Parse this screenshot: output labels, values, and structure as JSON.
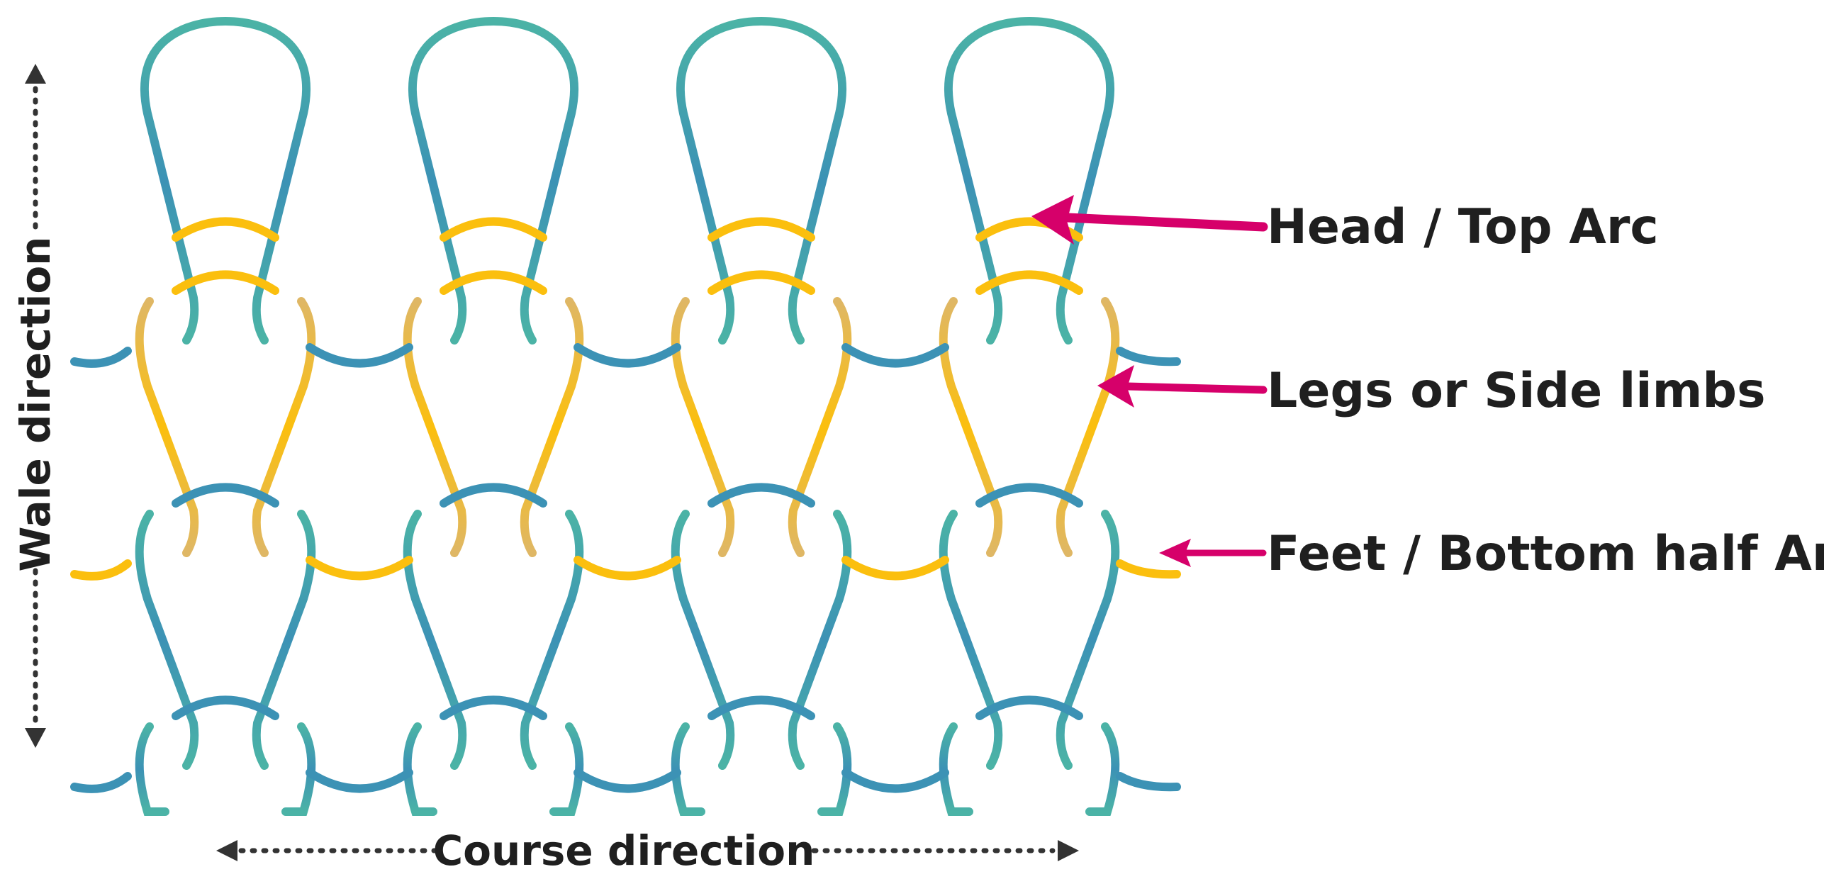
{
  "labels": {
    "head": "Head / Top Arc",
    "legs": "Legs or Side limbs",
    "feet": "Feet / Bottom half Arc",
    "course": "Course direction",
    "wale": "Wale direction"
  },
  "colors": {
    "teal": "#4bb3a6",
    "blue": "#3c92b5",
    "yellow": "#fbbf0e",
    "tan": "#dfb765",
    "arrow": "#d6006a",
    "text": "#1f1f1f"
  },
  "icons": [
    "arrow-left-icon",
    "arrow-right-icon",
    "arrow-up-icon",
    "arrow-down-icon",
    "pointer-arrow-icon"
  ],
  "wales": 4,
  "courses": 3
}
